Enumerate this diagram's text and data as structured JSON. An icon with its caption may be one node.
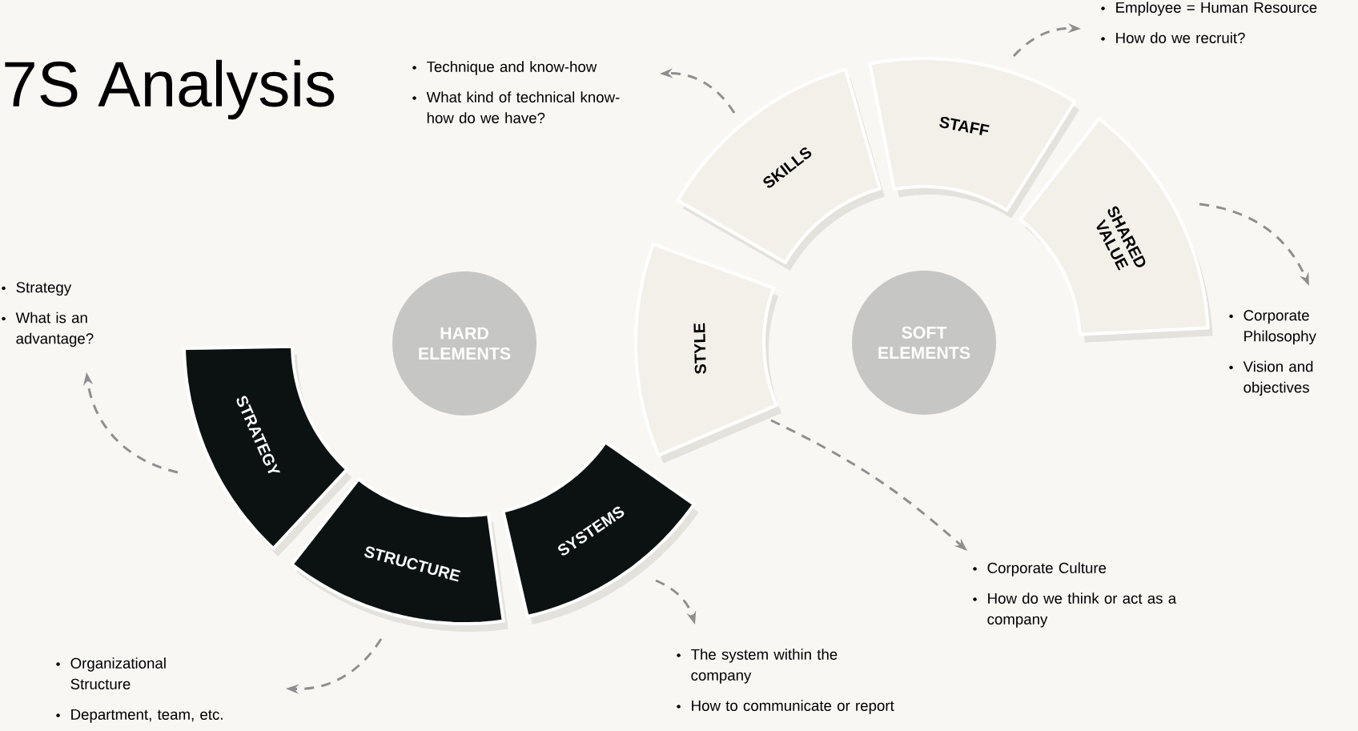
{
  "diagram": {
    "title": "7S Analysis",
    "nodes": [
      {
        "text": [
          "HARD ELEMENTS"
        ]
      },
      {
        "text": [
          "SOFT ELEMENTS"
        ]
      },
      {
        "text": [
          "STRATEGY"
        ]
      },
      {
        "text": [
          "STRUCTURE"
        ]
      },
      {
        "text": [
          "SYSTEMS"
        ]
      },
      {
        "text": [
          "STYLE"
        ]
      },
      {
        "text": [
          "SKILLS"
        ]
      },
      {
        "text": [
          "STAFF"
        ]
      },
      {
        "text": [
          "SHARED VALUE"
        ]
      },
      {
        "text": [
          "Technique and know-how",
          "What kind of technical know-how do we have?"
        ]
      },
      {
        "text": [
          "Employee = Human Resource",
          "How do we recruit?"
        ]
      },
      {
        "text": [
          "Strategy",
          "What is an advantage?"
        ]
      },
      {
        "text": [
          "Corporate Philosophy",
          "Vision and objectives"
        ]
      },
      {
        "text": [
          "Corporate Culture",
          "How do we think or act as a company"
        ]
      },
      {
        "text": [
          "Organizational Structure",
          "Department, team, etc."
        ]
      },
      {
        "text": [
          "The system within the company",
          "How to communicate or report"
        ]
      }
    ],
    "edges": [
      {
        "from": 2,
        "to": 11,
        "arrow": "to",
        "style": "dashed"
      },
      {
        "from": 3,
        "to": 14,
        "arrow": "to",
        "style": "dashed"
      },
      {
        "from": 4,
        "to": 15,
        "arrow": "to",
        "style": "dashed"
      },
      {
        "from": 5,
        "to": 13,
        "arrow": "to",
        "style": "dashed"
      },
      {
        "from": 6,
        "to": 9,
        "arrow": "to",
        "style": "dashed"
      },
      {
        "from": 7,
        "to": 10,
        "arrow": "to",
        "style": "dashed"
      },
      {
        "from": 8,
        "to": 12,
        "arrow": "to",
        "style": "dashed"
      }
    ]
  }
}
